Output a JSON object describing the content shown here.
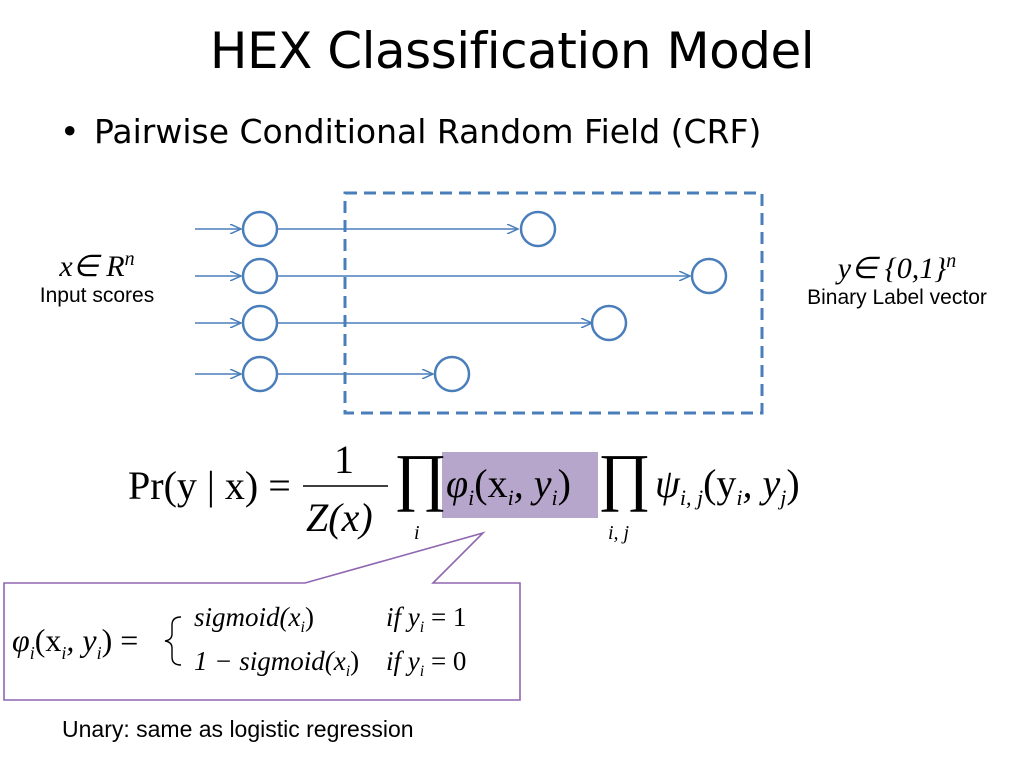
{
  "slide": {
    "title": "HEX Classification Model",
    "bullet": "Pairwise Conditional Random Field (CRF)",
    "input_math": "x∈ R",
    "input_math_sup": "n",
    "input_label": "Input scores",
    "output_math": "y∈ {0,1}",
    "output_math_sup": "n",
    "output_label": "Binary Label vector",
    "caption": "Unary: same as logistic regression"
  },
  "equation": {
    "lhs": "Pr(y | x) =",
    "numerator": "1",
    "denominator": "Z(x)",
    "prod_symbol": "∏",
    "prod1_index": "i",
    "unary_term": "φ",
    "unary_sub": "i",
    "unary_args": "(x",
    "unary_args_sub1": "i",
    "unary_args_mid": ", y",
    "unary_args_sub2": "i",
    "unary_args_end": ")",
    "prod2_index": "i, j",
    "pair_term": "ψ",
    "pair_sub": "i, j",
    "pair_args": "(y",
    "pair_args_sub1": "i",
    "pair_args_mid": ", y",
    "pair_args_sub2": "j",
    "pair_args_end": ")"
  },
  "callout": {
    "lhs": "φ",
    "lhs_sub": "i",
    "lhs_args": "(x",
    "lhs_args_sub1": "i",
    "lhs_args_mid": ", y",
    "lhs_args_sub2": "i",
    "lhs_args_end": ") =",
    "case1": "sigmoid(x",
    "case1_sub": "i",
    "case1_end": ")",
    "case1_cond": "if  y",
    "case1_cond_sub": "i",
    "case1_cond_end": " = 1",
    "case2": "1 − sigmoid(x",
    "case2_sub": "i",
    "case2_end": ")",
    "case2_cond": "if  y",
    "case2_cond_sub": "i",
    "case2_cond_end": " = 0"
  },
  "colors": {
    "node_stroke": "#4a7ebb",
    "dashed_box": "#4a7ebb",
    "highlight_fill": "#b7a6cc",
    "callout_stroke": "#8f67b0"
  }
}
